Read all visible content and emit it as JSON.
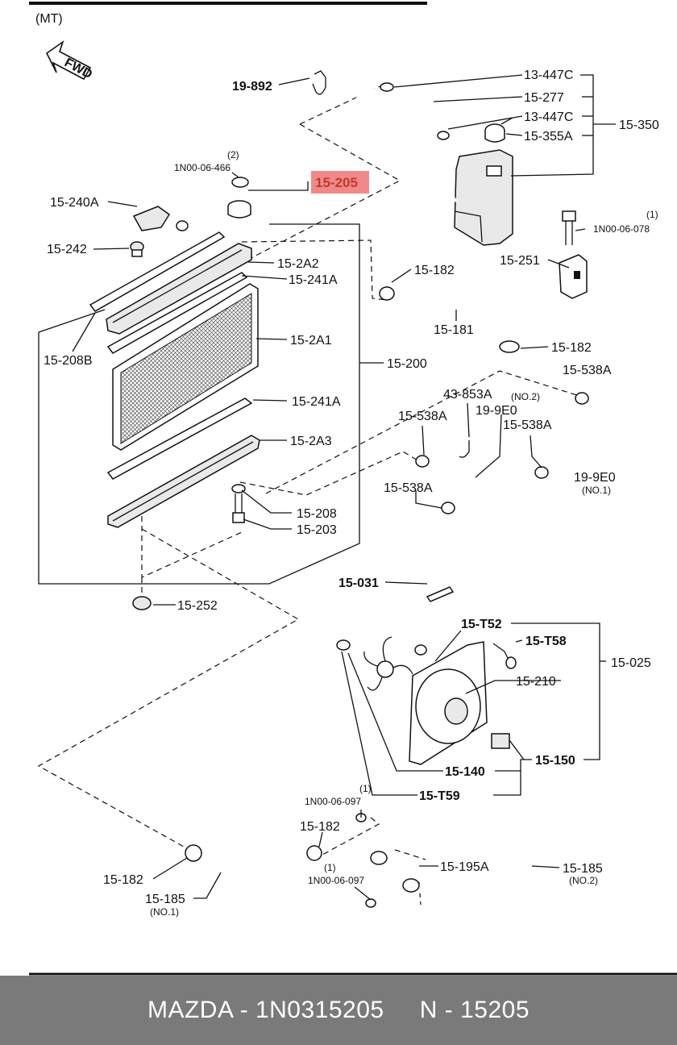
{
  "diagram": {
    "variant": "(MT)",
    "fwd": "FWD",
    "highlight_color": "#f08a8a",
    "labels": {
      "p19_892": "19-892",
      "p13_447c_a": "13-447C",
      "p15_277": "15-277",
      "p13_447c_b": "13-447C",
      "p15_350": "15-350",
      "p15_355a": "15-355A",
      "qty2": "(2)",
      "p1n00_06_466": "1N00-06-466",
      "p15_205": "15-205",
      "p15_240a": "15-240A",
      "qty1_a": "(1)",
      "p1n00_06_078": "1N00-06-078",
      "p15_242": "15-242",
      "p15_2a2": "15-2A2",
      "p15_182_a": "15-182",
      "p15_251": "15-251",
      "p15_241a_a": "15-241A",
      "p15_208b": "15-208B",
      "p15_181": "15-181",
      "p15_2a1": "15-2A1",
      "p15_182_b": "15-182",
      "p15_200": "15-200",
      "p15_538a_a": "15-538A",
      "p43_853a": "43-853A",
      "no2_a": "(NO.2)",
      "p15_241a_b": "15-241A",
      "p15_538a_b": "15-538A",
      "p19_9e0_a": "19-9E0",
      "p15_538a_c": "15-538A",
      "p15_2a3": "15-2A3",
      "p19_9e0_b": "19-9E0",
      "no1_a": "(NO.1)",
      "p15_538a_d": "15-538A",
      "p15_208": "15-208",
      "p15_203": "15-203",
      "p15_031": "15-031",
      "p15_252": "15-252",
      "p15_t52": "15-T52",
      "p15_t58": "15-T58",
      "p15_025": "15-025",
      "p15_210": "15-210",
      "p15_150": "15-150",
      "p15_140": "15-140",
      "p15_t59": "15-T59",
      "qty1_b": "(1)",
      "p1n00_06_097_a": "1N00-06-097",
      "p15_182_c": "15-182",
      "p15_195a": "15-195A",
      "qty1_c": "(1)",
      "p1n00_06_097_b": "1N00-06-097",
      "p15_185_a": "15-185",
      "no2_b": "(NO.2)",
      "p15_182_d": "15-182",
      "p15_185_b": "15-185",
      "no1_b": "(NO.1)"
    }
  },
  "footer": {
    "text": "MAZDA - 1N0315205     N - 15205"
  }
}
